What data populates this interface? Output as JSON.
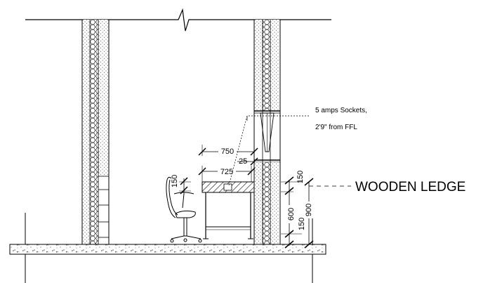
{
  "annotations": {
    "sockets_line1": "5 amps Sockets,",
    "sockets_line2": "2'9\" from FFL",
    "ledge_label": "WOODEN LEDGE"
  },
  "dimensions": {
    "top_width": "750",
    "small_gap": "25",
    "desk_width": "725",
    "chair_dim": "150",
    "ledge_thickness": "150",
    "ledge_below": "600",
    "bottom_gap": "150",
    "total_height": "900"
  }
}
